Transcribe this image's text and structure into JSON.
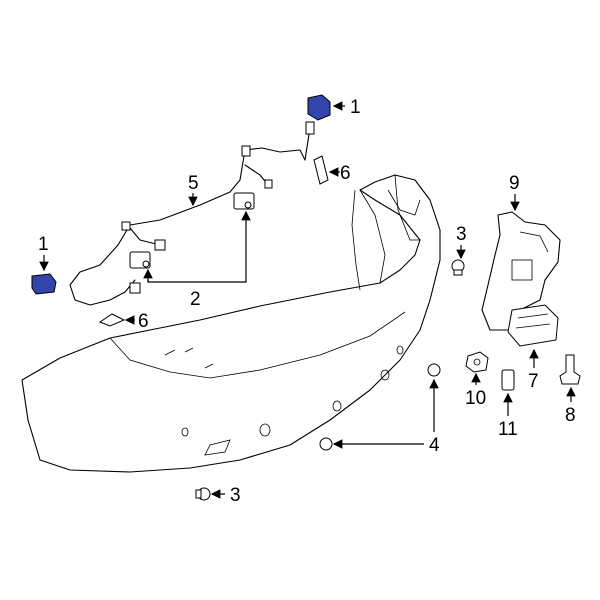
{
  "diagram": {
    "accent_color": "#3344aa",
    "callouts": {
      "sensor_top": "1",
      "sensor_left": "1",
      "harness_link": "2",
      "clip_right": "3",
      "clip_bottom": "3",
      "retainer": "4",
      "wiring_harness": "5",
      "bracket_top": "6",
      "bracket_bottom": "6",
      "module": "7",
      "bolt": "8",
      "module_bracket": "9",
      "nut": "10",
      "fuse": "11"
    }
  }
}
